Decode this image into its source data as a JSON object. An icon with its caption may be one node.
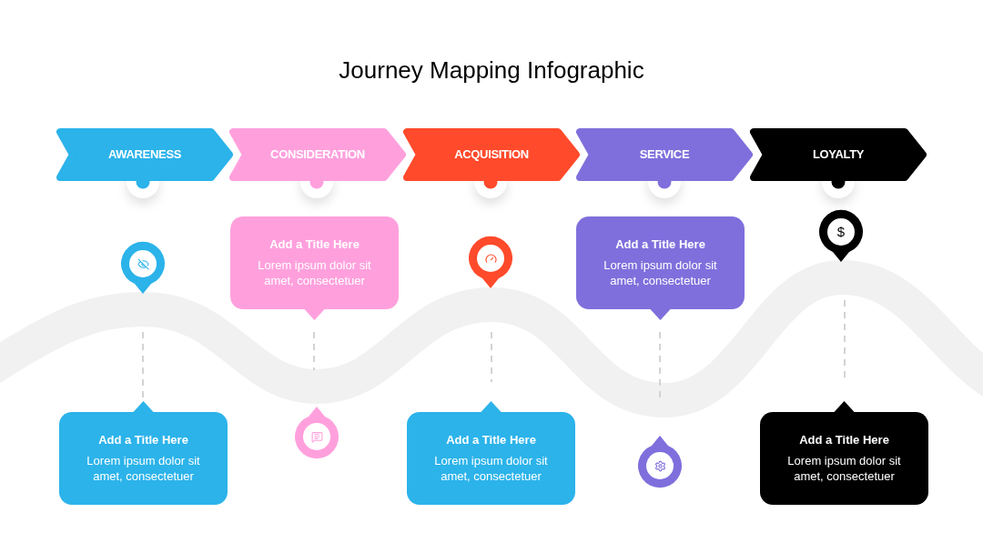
{
  "diagram": {
    "title": "Journey Mapping Infographic",
    "nodes": [
      {
        "text": [
          "AWARENESS"
        ]
      },
      {
        "text": [
          "CONSIDERATION"
        ]
      },
      {
        "text": [
          "ACQUISITION"
        ]
      },
      {
        "text": [
          "SERVICE"
        ]
      },
      {
        "text": [
          "LOYALTY"
        ]
      },
      {
        "text": [
          "Add a Title Here",
          "Lorem ipsum dolor sit amet, consectetuer"
        ]
      },
      {
        "text": [
          "Add a Title Here",
          "Lorem ipsum dolor sit amet, consectetuer"
        ]
      },
      {
        "text": [
          "Add a Title Here",
          "Lorem ipsum dolor sit amet, consectetuer"
        ]
      },
      {
        "text": [
          "Add a Title Here",
          "Lorem ipsum dolor sit amet, consectetuer"
        ]
      },
      {
        "text": [
          "Add a Title Here",
          "Lorem ipsum dolor sit amet, consectetuer"
        ]
      },
      {
        "text": [],
        "shape": "circle"
      },
      {
        "text": [],
        "shape": "circle"
      },
      {
        "text": [],
        "shape": "circle"
      },
      {
        "text": [],
        "shape": "circle"
      },
      {
        "text": [
          "$"
        ]
      }
    ]
  }
}
